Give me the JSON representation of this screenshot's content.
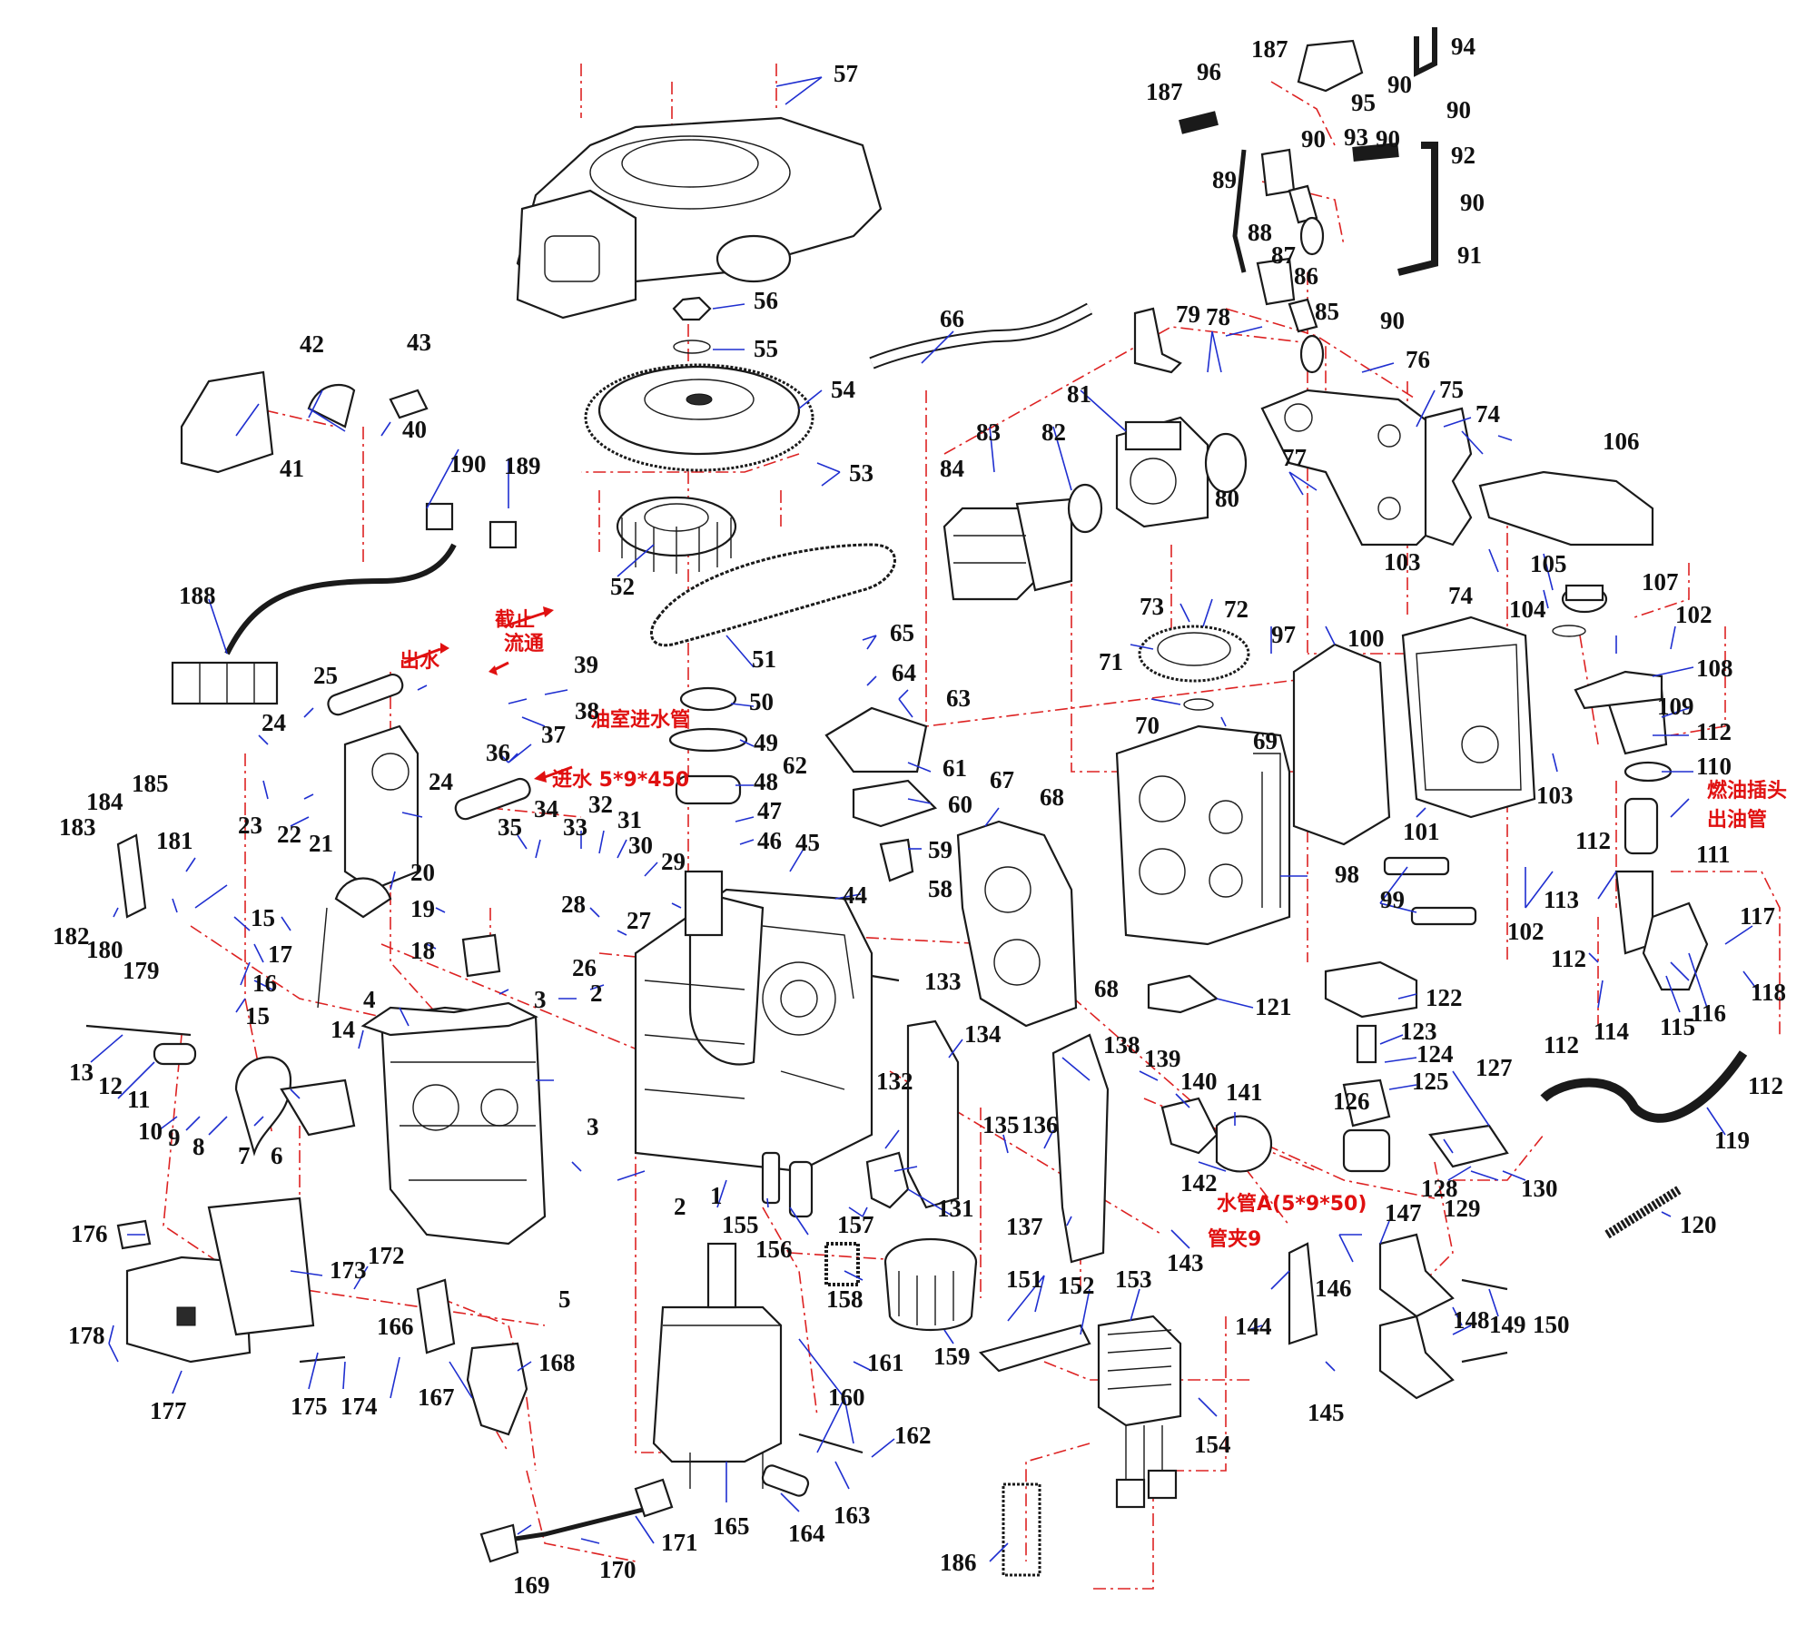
{
  "colors": {
    "linework": "#1a1a1a",
    "assembly_dash": "#dd2222",
    "leader": "#1f2fd0",
    "note": "#e01010"
  },
  "part_numbers": [
    "1",
    "2",
    "3",
    "4",
    "5",
    "6",
    "7",
    "8",
    "9",
    "10",
    "11",
    "12",
    "13",
    "14",
    "15",
    "16",
    "17",
    "18",
    "19",
    "20",
    "21",
    "22",
    "23",
    "24",
    "25",
    "26",
    "27",
    "28",
    "29",
    "30",
    "31",
    "32",
    "33",
    "34",
    "35",
    "36",
    "37",
    "38",
    "39",
    "40",
    "41",
    "42",
    "43",
    "44",
    "45",
    "46",
    "47",
    "48",
    "49",
    "50",
    "51",
    "52",
    "53",
    "54",
    "55",
    "56",
    "57",
    "58",
    "59",
    "60",
    "61",
    "62",
    "63",
    "64",
    "65",
    "66",
    "67",
    "68",
    "69",
    "70",
    "71",
    "72",
    "73",
    "74",
    "75",
    "76",
    "77",
    "78",
    "79",
    "80",
    "81",
    "82",
    "83",
    "84",
    "85",
    "86",
    "87",
    "88",
    "89",
    "90",
    "91",
    "92",
    "93",
    "94",
    "95",
    "96",
    "97",
    "98",
    "99",
    "100",
    "101",
    "102",
    "103",
    "104",
    "105",
    "106",
    "107",
    "108",
    "109",
    "110",
    "111",
    "112",
    "113",
    "114",
    "115",
    "116",
    "117",
    "118",
    "119",
    "120",
    "121",
    "122",
    "123",
    "124",
    "125",
    "126",
    "127",
    "128",
    "129",
    "130",
    "131",
    "132",
    "133",
    "134",
    "135",
    "136",
    "137",
    "138",
    "139",
    "140",
    "141",
    "142",
    "143",
    "144",
    "145",
    "146",
    "147",
    "148",
    "149",
    "150",
    "151",
    "152",
    "153",
    "154",
    "155",
    "156",
    "157",
    "158",
    "159",
    "160",
    "161",
    "162",
    "163",
    "164",
    "165",
    "166",
    "167",
    "168",
    "169",
    "170",
    "171",
    "172",
    "173",
    "174",
    "175",
    "176",
    "177",
    "178",
    "179",
    "180",
    "181",
    "182",
    "183",
    "184",
    "185",
    "186",
    "187",
    "188",
    "189",
    "190"
  ],
  "annotations": {
    "water_out": "出水",
    "stop_line1": "截止",
    "stop_line2": "流通",
    "oil_chamber_inlet": "油室进水管",
    "water_in_spec": "进水 5*9*450",
    "fuel_plug_line1": "燃油插头",
    "fuel_plug_line2": "出油管",
    "water_pipe_a": "水管A(5*9*50)",
    "pipe_clamp_9": "管夹9"
  },
  "labels": {
    "p1": "1",
    "p2a": "2",
    "p2b": "2",
    "p3a": "3",
    "p3b": "3",
    "p4": "4",
    "p5": "5",
    "p6": "6",
    "p7": "7",
    "p8": "8",
    "p9": "9",
    "p10": "10",
    "p11": "11",
    "p12": "12",
    "p13": "13",
    "p14": "14",
    "p15a": "15",
    "p15b": "15",
    "p16": "16",
    "p17": "17",
    "p18": "18",
    "p19": "19",
    "p20": "20",
    "p21": "21",
    "p22": "22",
    "p23": "23",
    "p24a": "24",
    "p24b": "24",
    "p25": "25",
    "p26": "26",
    "p27": "27",
    "p28": "28",
    "p29": "29",
    "p30": "30",
    "p31": "31",
    "p32": "32",
    "p33": "33",
    "p34": "34",
    "p35": "35",
    "p36": "36",
    "p37": "37",
    "p38": "38",
    "p39": "39",
    "p40": "40",
    "p41": "41",
    "p42": "42",
    "p43": "43",
    "p44": "44",
    "p45": "45",
    "p46": "46",
    "p47": "47",
    "p48": "48",
    "p49": "49",
    "p50": "50",
    "p51": "51",
    "p52": "52",
    "p53": "53",
    "p54": "54",
    "p55": "55",
    "p56": "56",
    "p57": "57",
    "p58": "58",
    "p59": "59",
    "p60": "60",
    "p61": "61",
    "p62": "62",
    "p63": "63",
    "p64": "64",
    "p65": "65",
    "p66": "66",
    "p67": "67",
    "p68a": "68",
    "p68b": "68",
    "p69": "69",
    "p70": "70",
    "p71": "71",
    "p72": "72",
    "p73": "73",
    "p74a": "74",
    "p74b": "74",
    "p75": "75",
    "p76": "76",
    "p77": "77",
    "p78": "78",
    "p79": "79",
    "p80": "80",
    "p81": "81",
    "p82": "82",
    "p83": "83",
    "p84": "84",
    "p85": "85",
    "p86": "86",
    "p87": "87",
    "p88": "88",
    "p89": "89",
    "p90a": "90",
    "p90b": "90",
    "p90c": "90",
    "p90d": "90",
    "p90e": "90",
    "p91": "91",
    "p92": "92",
    "p93": "93",
    "p94": "94",
    "p95": "95",
    "p96": "96",
    "p97": "97",
    "p98": "98",
    "p99": "99",
    "p100": "100",
    "p101": "101",
    "p102a": "102",
    "p102b": "102",
    "p103a": "103",
    "p103b": "103",
    "p104": "104",
    "p105": "105",
    "p106": "106",
    "p107": "107",
    "p108": "108",
    "p109": "109",
    "p110": "110",
    "p111": "111",
    "p112a": "112",
    "p112b": "112",
    "p112c": "112",
    "p112d": "112",
    "p112e": "112",
    "p113": "113",
    "p114": "114",
    "p115": "115",
    "p116": "116",
    "p117": "117",
    "p118": "118",
    "p119": "119",
    "p120": "120",
    "p121": "121",
    "p122": "122",
    "p123": "123",
    "p124": "124",
    "p125": "125",
    "p126": "126",
    "p127": "127",
    "p128": "128",
    "p129": "129",
    "p130": "130",
    "p131": "131",
    "p132": "132",
    "p133": "133",
    "p134": "134",
    "p135": "135",
    "p136": "136",
    "p137": "137",
    "p138": "138",
    "p139": "139",
    "p140": "140",
    "p141": "141",
    "p142": "142",
    "p143": "143",
    "p144": "144",
    "p145": "145",
    "p146": "146",
    "p147": "147",
    "p148": "148",
    "p149": "149",
    "p150": "150",
    "p151": "151",
    "p152": "152",
    "p153": "153",
    "p154": "154",
    "p155": "155",
    "p156": "156",
    "p157": "157",
    "p158": "158",
    "p159": "159",
    "p160": "160",
    "p161": "161",
    "p162": "162",
    "p163": "163",
    "p164": "164",
    "p165": "165",
    "p166": "166",
    "p167": "167",
    "p168": "168",
    "p169": "169",
    "p170": "170",
    "p171": "171",
    "p172": "172",
    "p173": "173",
    "p174": "174",
    "p175": "175",
    "p176": "176",
    "p177": "177",
    "p178": "178",
    "p179": "179",
    "p180": "180",
    "p181": "181",
    "p182": "182",
    "p183": "183",
    "p184": "184",
    "p185": "185",
    "p186": "186",
    "p187a": "187",
    "p187b": "187",
    "p188": "188",
    "p189": "189",
    "p190": "190"
  }
}
